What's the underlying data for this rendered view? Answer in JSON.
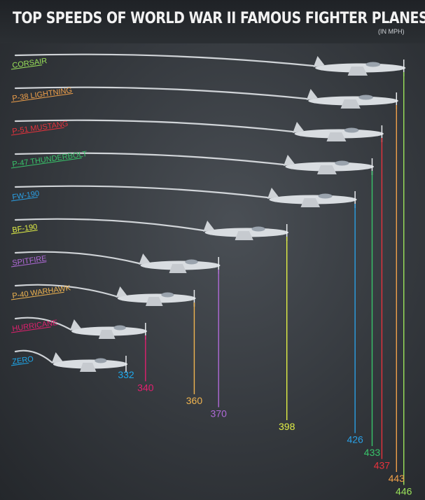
{
  "header": {
    "title": "TOP SPEEDS OF WORLD WAR II FAMOUS FIGHTER PLANES",
    "unit": "(IN MPH)"
  },
  "chart_data": {
    "type": "bar",
    "title": "TOP SPEEDS OF WORLD WAR II FAMOUS FIGHTER PLANES",
    "subtitle": "(IN MPH)",
    "unit": "mph",
    "categories": [
      "CORSAIR",
      "P-38 LIGHTNING",
      "P-51 MUSTANG",
      "P-47 THUNDERBOLT",
      "FW-190",
      "BF-190",
      "SPITFIRE",
      "P-40 WARHAWK",
      "HURRICANE",
      "ZERO"
    ],
    "values": [
      446,
      443,
      437,
      433,
      426,
      398,
      370,
      360,
      340,
      332
    ],
    "colors": [
      "#9be35a",
      "#f0a04a",
      "#e8323c",
      "#38c46a",
      "#2aa0e6",
      "#e2f046",
      "#b06ad8",
      "#f0b450",
      "#e0206e",
      "#1ea8ec"
    ],
    "grid": false,
    "legend": "none"
  }
}
